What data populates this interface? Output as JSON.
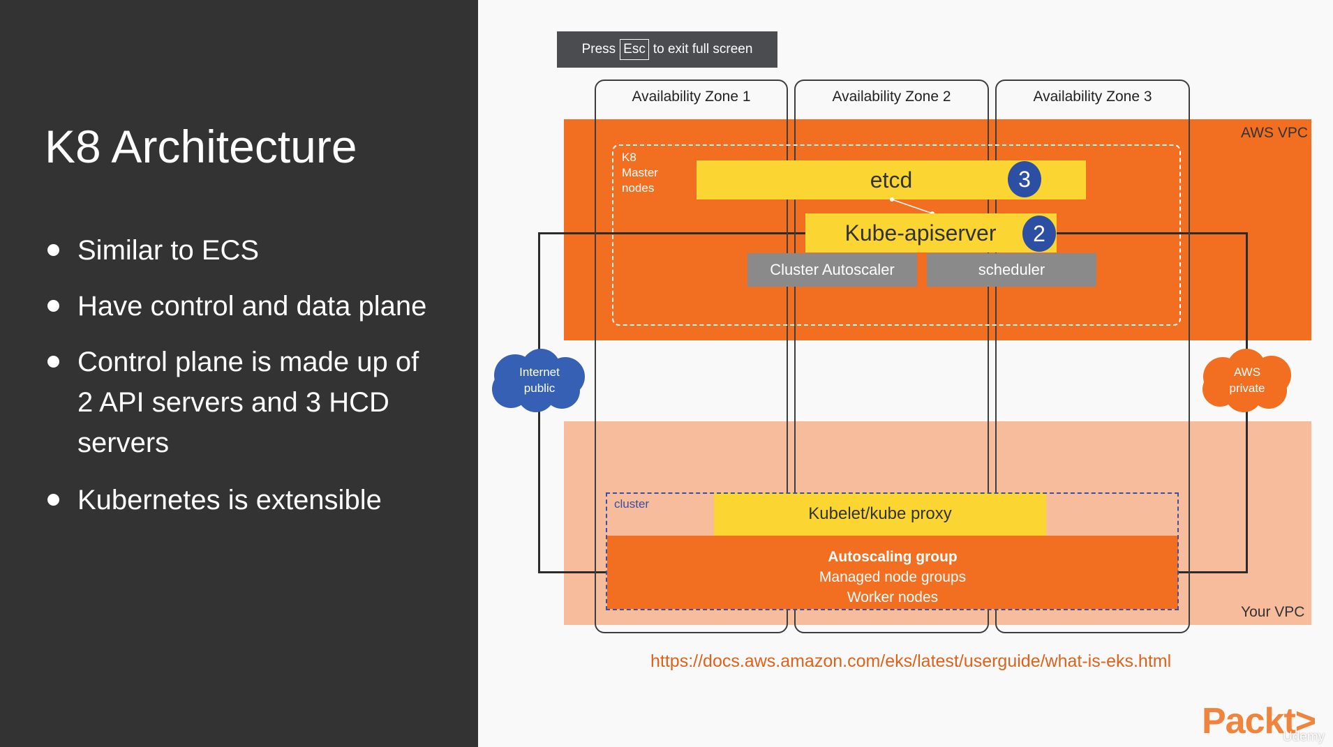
{
  "slide": {
    "title": "K8 Architecture",
    "bullets": [
      [
        "Similar to ECS"
      ],
      [
        "Have control and data plane"
      ],
      [
        "Control plane is made up of",
        "2 API servers and 3 HCD",
        "servers"
      ],
      [
        "Kubernetes is extensible"
      ]
    ]
  },
  "banner": {
    "press": "Press",
    "key": "Esc",
    "rest": "to exit full screen"
  },
  "diagram": {
    "zones": [
      "Availability Zone 1",
      "Availability Zone 2",
      "Availability Zone 3"
    ],
    "aws_vpc_label": "AWS VPC",
    "your_vpc_label": "Your VPC",
    "master_label": [
      "K8",
      "Master",
      "nodes"
    ],
    "etcd": "etcd",
    "etcd_count": "3",
    "apiserver": "Kube-apiserver",
    "apiserver_count": "2",
    "autoscaler": "Cluster Autoscaler",
    "scheduler": "scheduler",
    "internet_cloud": [
      "Internet",
      "public"
    ],
    "aws_cloud": [
      "AWS",
      "private"
    ],
    "cluster_label": "cluster",
    "kubelet": "Kubelet/kube proxy",
    "asg_title": "Autoscaling group",
    "asg_line2": "Managed node groups",
    "asg_line3": "Worker nodes"
  },
  "url": "https://docs.aws.amazon.com/eks/latest/userguide/what-is-eks.html",
  "logo": {
    "text": "Packt>",
    "watermark": "Udemy"
  },
  "colors": {
    "orange": "#f26f21",
    "light_orange": "#f7bc9c",
    "yellow": "#fbd632",
    "blue": "#2d4fa3",
    "gray": "#8a8a8a",
    "dark": "#333333"
  }
}
